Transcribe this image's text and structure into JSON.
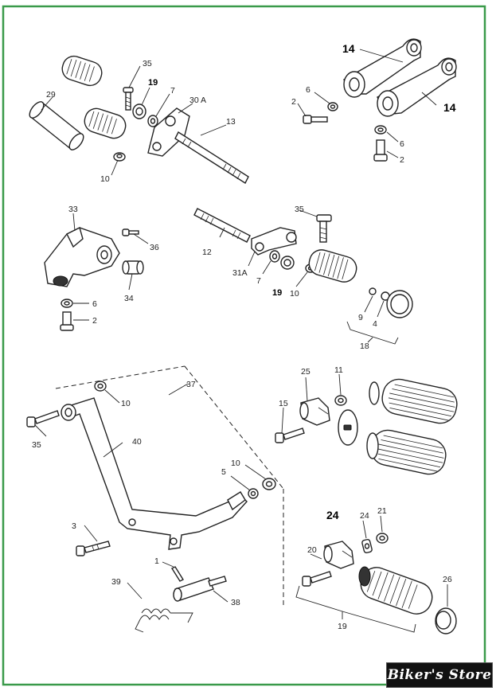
{
  "diagram": {
    "border_color": "#3a9a4a",
    "callouts": {
      "c14a": "14",
      "c14b": "14",
      "c35a": "35",
      "c19a": "19",
      "c7a": "7",
      "c30a": "30 A",
      "c13": "13",
      "c29": "29",
      "c10a": "10",
      "c6a": "6",
      "c2a": "2",
      "c6b": "6",
      "c2b": "2",
      "c33": "33",
      "c36": "36",
      "c34": "34",
      "c6c": "6",
      "c2c": "2",
      "c35b": "35",
      "c12": "12",
      "c31a": "31A",
      "c7b": "7",
      "c19b": "19",
      "c10b": "10",
      "c9": "9",
      "c4": "4",
      "c18": "18",
      "c37": "37",
      "c10c": "10",
      "c35c": "35",
      "c40": "40",
      "c10d": "10",
      "c5": "5",
      "c3": "3",
      "c1": "1",
      "c39": "39",
      "c38": "38",
      "c25": "25",
      "c11": "11",
      "c15": "15",
      "c24a": "24",
      "c24b": "24",
      "c21": "21",
      "c20": "20",
      "c26": "26",
      "c19c": "19"
    }
  },
  "logo": {
    "text": "Biker's Store"
  }
}
